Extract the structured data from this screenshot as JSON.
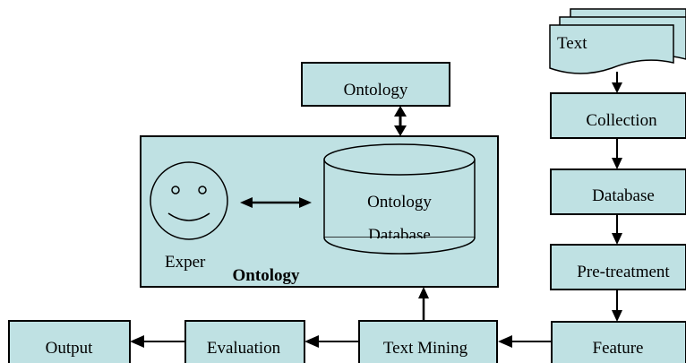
{
  "colors": {
    "box_fill": "#bfe1e3",
    "stroke": "#000000",
    "background": "#ffffff"
  },
  "icons": {
    "expert": "smiley-face-icon",
    "documents": "stacked-documents-icon",
    "database": "cylinder-database-icon"
  },
  "labels": {
    "ontology": "Ontology",
    "ontology_database_line1": "Ontology",
    "ontology_database_line2": "Database",
    "expert": "Exper",
    "ontology_system": "Ontology",
    "text": "Text",
    "collection": "Collection",
    "database": "Database",
    "pretreatment": "Pre-treatment",
    "feature": "Feature",
    "text_mining": "Text Mining",
    "evaluation": "Evaluation",
    "output": "Output"
  }
}
